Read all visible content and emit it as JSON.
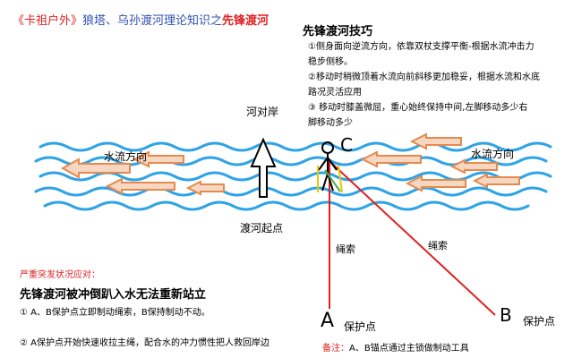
{
  "header": {
    "brand": "《卡祖户外》",
    "subtitle": "狼塔、乌孙渡河理论知识之",
    "title": "先锋渡河"
  },
  "tips": {
    "title": "先锋渡河技巧",
    "items": [
      "①侧身面向逆流方向，依靠双杖支撑平衡-根据水流冲击力",
      "稳步侧移。",
      "②移动时稍微顶着水流向前斜移更加稳妥，根据水流和水底",
      "路况灵活应用",
      "③ 移动时膝盖微屈，重心始终保持中间,左脚移动多少右",
      "脚移动多少"
    ]
  },
  "diagram": {
    "far_bank": "河对岸",
    "start_point": "渡河起点",
    "flow_left": "水流方向",
    "flow_right": "水流方向",
    "point_c": "C",
    "point_a": "A",
    "point_b": "B",
    "rope_a": "绳索",
    "rope_b": "绳索",
    "protect_a": "保护点",
    "protect_b": "保护点",
    "colors": {
      "water": "#2ea3e6",
      "arrow": "#e58a4e",
      "rope": "#e02020",
      "accent": "#e02020"
    }
  },
  "emergency": {
    "heading": "严重突发状况应对：",
    "title": "先锋渡河被冲倒趴入水无法重新站立",
    "line1": "①   A、B保护点立即制动绳索，B保持制动不动。",
    "line2": "②   A保护点开始快速收拉主绳，配合水的冲力惯性把人救回岸边"
  },
  "note": {
    "label": "备注：",
    "text": "A、B锚点通过主锁做制动工具"
  }
}
